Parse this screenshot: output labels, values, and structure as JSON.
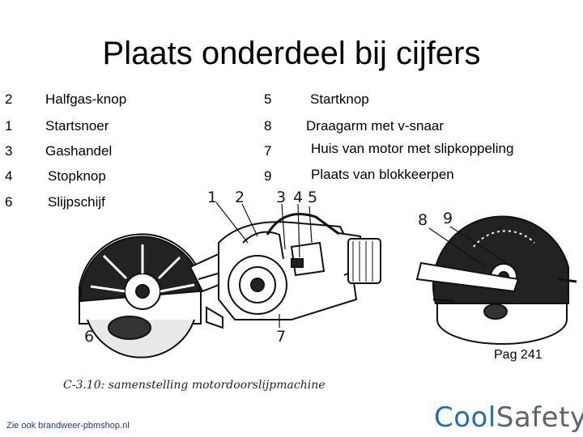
{
  "title": "Plaats onderdeel bij cijfers",
  "legend_left": [
    {
      "num": "2",
      "label": "Halfgas-knop"
    },
    {
      "num": "1",
      "label": "Startsnoer"
    },
    {
      "num": "3",
      "label": "Gashandel"
    },
    {
      "num": "4",
      "label": "Stopknop"
    },
    {
      "num": "6",
      "label": "Slijpschijf"
    }
  ],
  "legend_right": [
    {
      "num": "5",
      "label": "Startknop"
    },
    {
      "num": "8",
      "label": "Draagarm met v-snaar"
    },
    {
      "num": "7",
      "label": "Huis van motor met slipkoppeling"
    },
    {
      "num": "9",
      "label": "Plaats van blokkeerpen"
    }
  ],
  "diagram_labels": {
    "l1": "1",
    "l2": "2",
    "l3": "3",
    "l4": "4",
    "l5": "5",
    "l6": "6",
    "l7": "7",
    "l8": "8",
    "l9": "9"
  },
  "caption": "C-3.10: samenstelling motordoorslijpmachine",
  "page_number": "Pag 241",
  "footer_link": "Zie ook brandweer-pbmshop.nl",
  "logo": {
    "part1": "Cool",
    "part2": "Safety"
  },
  "colors": {
    "logo_blue": "#1f6fb7",
    "logo_grey": "#5a6570",
    "link": "#1a3a8a"
  }
}
